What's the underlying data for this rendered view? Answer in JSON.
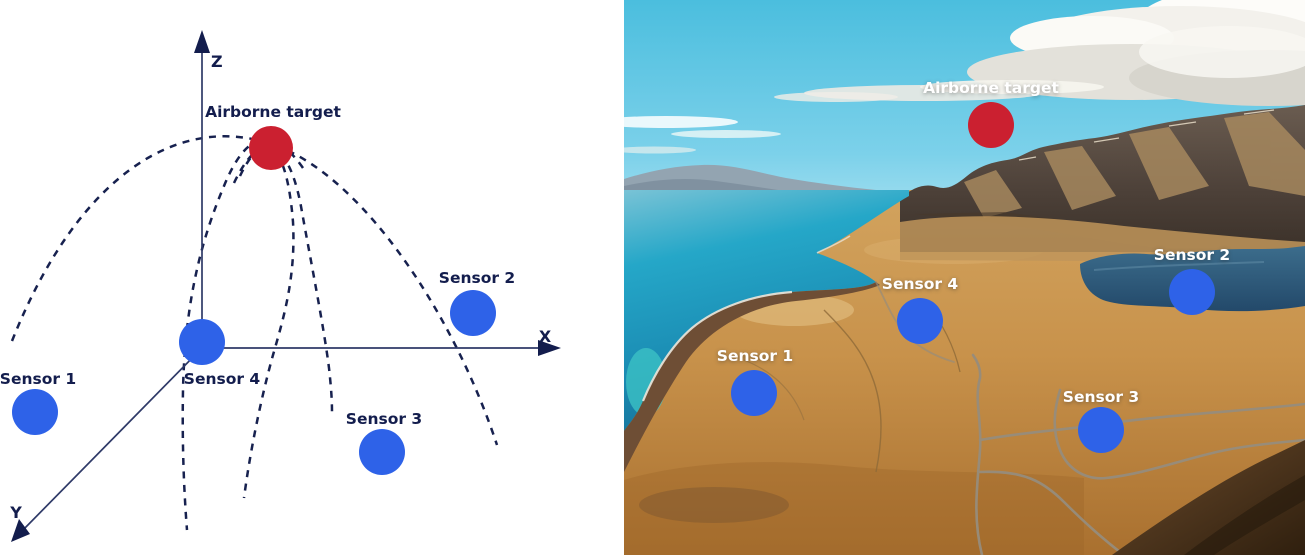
{
  "figure": {
    "description_left": "3D TDOA localization schematic with dashed hyperbola curves",
    "description_right": "Annotated aerial landscape photo"
  },
  "diagram": {
    "axes": {
      "x": "X",
      "y": "Y",
      "z": "Z"
    },
    "target_label": "Airborne target",
    "sensors": [
      "Sensor 1",
      "Sensor 2",
      "Sensor 3",
      "Sensor 4"
    ]
  },
  "photo": {
    "target_label": "Airborne target",
    "sensors": [
      "Sensor 1",
      "Sensor 2",
      "Sensor 3",
      "Sensor 4"
    ]
  },
  "colors": {
    "sensor_blue": "#2e62e8",
    "target_red": "#cb2030",
    "diagram_ink": "#16204e",
    "axis_ink": "#2f3a68",
    "photo_label": "#ffffff"
  }
}
